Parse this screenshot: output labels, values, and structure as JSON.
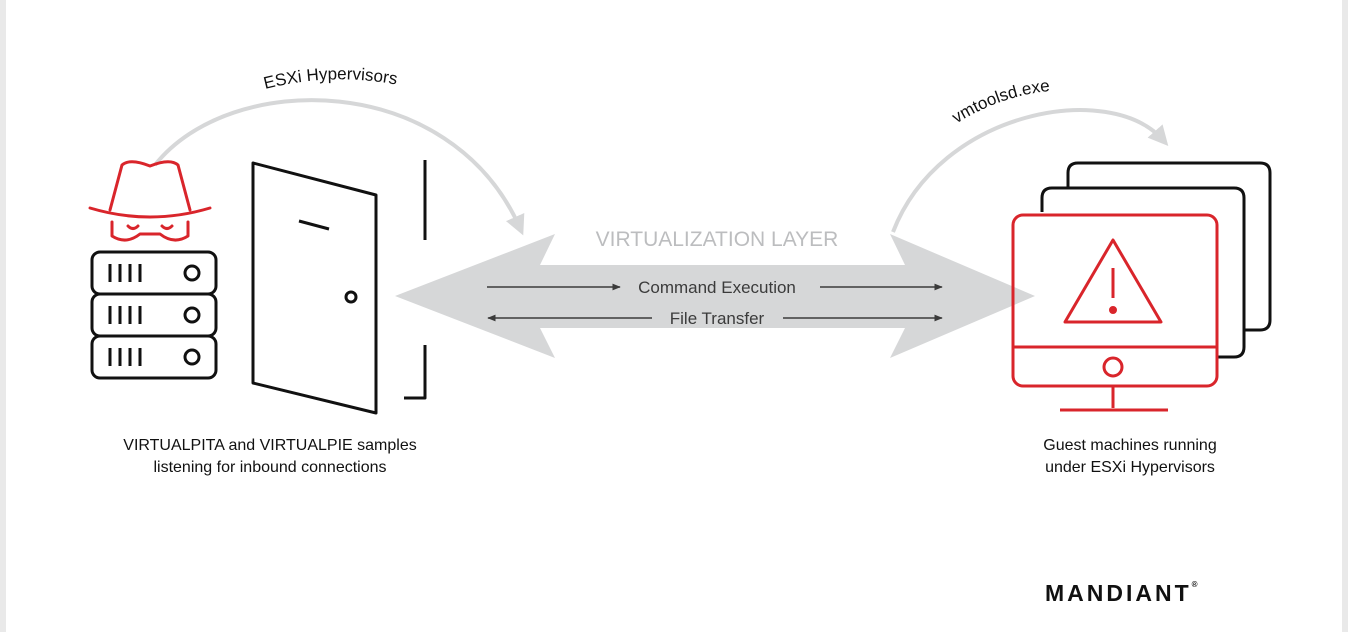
{
  "diagram": {
    "curve_left_label": "ESXi Hypervisors",
    "curve_right_label": "vmtoolsd.exe",
    "band_label": "VIRTUALIZATION LAYER",
    "flow_top_label": "Command Execution",
    "flow_bottom_label": "File Transfer",
    "left_caption_line1": "VIRTUALPITA and VIRTUALPIE samples",
    "left_caption_line2": "listening for inbound connections",
    "right_caption_line1": "Guest machines running",
    "right_caption_line2": "under ESXi Hypervisors"
  },
  "branding": {
    "logo_text": "MANDIANT",
    "trademark": "®"
  },
  "colors": {
    "accent_red": "#d9252b",
    "ink": "#111111",
    "arrow_grey": "#d6d7d8",
    "band_text_grey": "#bcbdbf",
    "flow_text": "#3b3b3b"
  },
  "icons": [
    "spy-icon",
    "server-icon",
    "door-icon",
    "monitor-icon",
    "warning-icon"
  ]
}
